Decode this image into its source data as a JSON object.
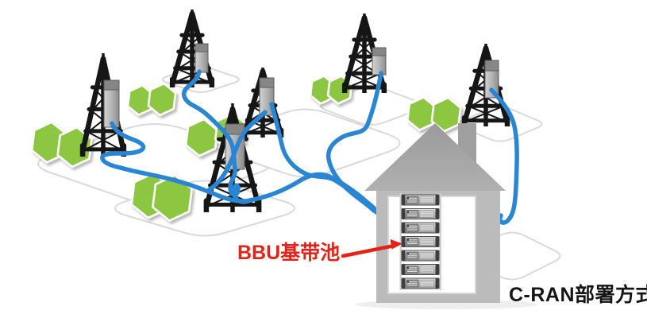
{
  "diagram": {
    "caption": "C-RAN部署方式",
    "annotation": "BBU基带池",
    "tower_count": 6,
    "coverage_hexagon_count": 12,
    "bbu_rack_unit_count": 7
  },
  "colors": {
    "hexagon_green": "#8dc63f",
    "fiber_blue": "#2a86d3",
    "annotation_red": "#e42318",
    "caption_black": "#151515",
    "building_gray": "#a4a4a4",
    "wall_gray": "#bbbbbb",
    "tower_black": "#161616",
    "ground_line_gray": "#d9d9d9"
  }
}
